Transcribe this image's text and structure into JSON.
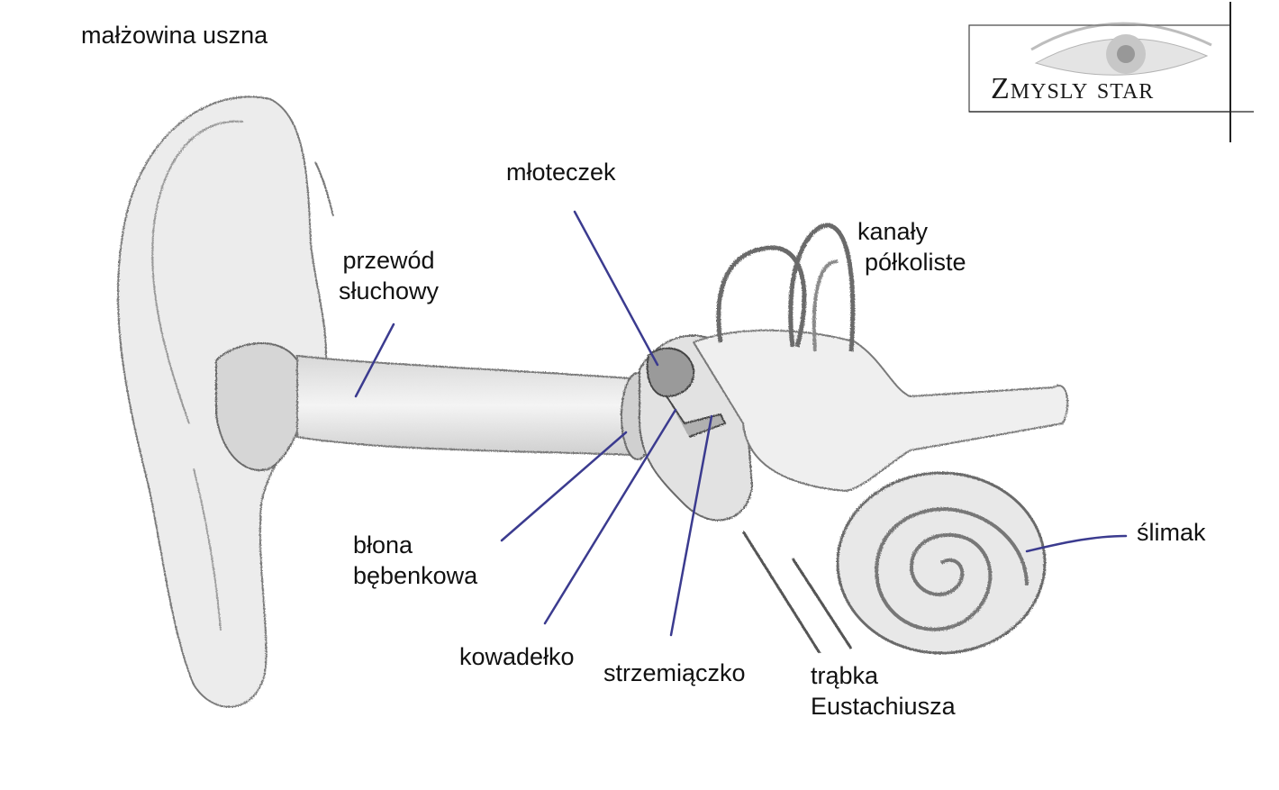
{
  "colors": {
    "pointer": "#3b3b8f",
    "sketch": "#8a8a8a",
    "sketch_dark": "#5a5a5a",
    "text": "#111111"
  },
  "logo": {
    "text": "Zmysly star",
    "icon": "eye-icon"
  },
  "labels": {
    "pinna": "małżowina uszna",
    "ear_canal_1": "przewód",
    "ear_canal_2": "słuchowy",
    "malleus": "młoteczek",
    "canals_1": "kanały",
    "canals_2": "półkoliste",
    "eardrum_1": "błona",
    "eardrum_2": "bębenkowa",
    "incus": "kowadełko",
    "stapes": "strzemiączko",
    "tube_1": "trąbka",
    "tube_2": "Eustachiusza",
    "cochlea": "ślimak"
  }
}
